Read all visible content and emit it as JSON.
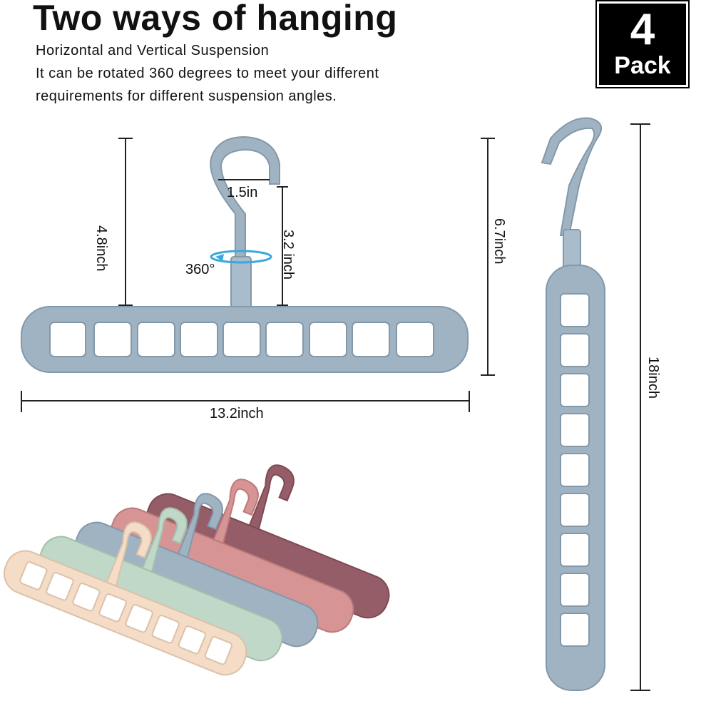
{
  "header": {
    "title": "Two ways of hanging",
    "line1": "Horizontal and Vertical Suspension",
    "line2": "It can be rotated 360 degrees to meet your different",
    "line3": "requirements for different suspension angles."
  },
  "badge": {
    "count": "4",
    "label": "Pack"
  },
  "dimensions": {
    "hook_width": "1.5in",
    "height_left": "4.8inch",
    "hook_height": "3.2 inch",
    "rotation": "360°",
    "height_right": "6.7inch",
    "width": "13.2inch",
    "vertical_length": "18inch"
  },
  "colors": {
    "blue": "#9fb3c3",
    "blue_dark": "#8398a9",
    "green": "#bfd8c7",
    "pink": "#d69495",
    "maroon": "#955d67",
    "cream": "#f4dcc6",
    "rotation_arrow": "#3aa8dc"
  }
}
